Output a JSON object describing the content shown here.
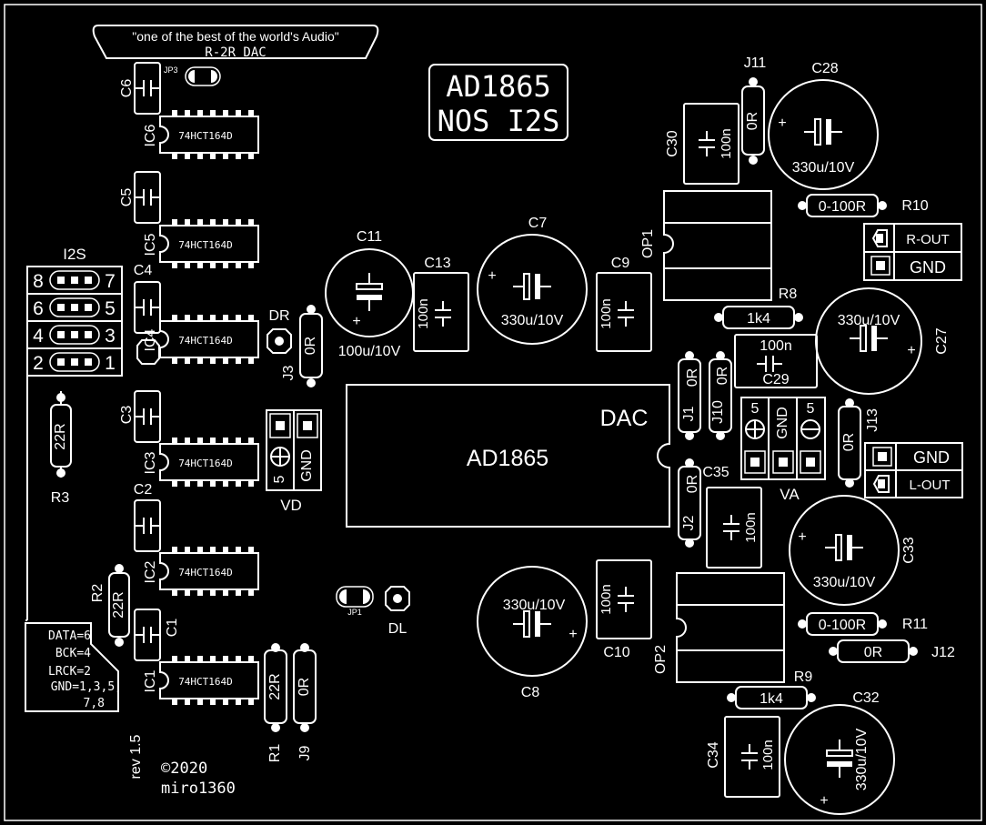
{
  "header": {
    "tagline": "\"one of the best of the world's Audio\"",
    "subtitle": "R-2R DAC"
  },
  "title_box": {
    "line1": "AD1865",
    "line2": "NOS I2S"
  },
  "jumpers": {
    "jp3": "JP3",
    "jp1": "JP1",
    "dr": "DR",
    "dl": "DL",
    "j3": "J3",
    "j1": "J1",
    "j10": "J10",
    "j2": "J2",
    "j9": "J9",
    "j11": "J11",
    "j12": "J12",
    "j13": "J13"
  },
  "shift_registers": {
    "part": "74HCT164D",
    "refs": [
      "IC6",
      "IC5",
      "IC4",
      "IC3",
      "IC2",
      "IC1"
    ]
  },
  "caps_small": {
    "c1": "C1",
    "c2": "C2",
    "c3": "C3",
    "c4": "C4",
    "c5": "C5",
    "c6": "C6",
    "c9": "C9",
    "c10": "C10",
    "c13": "C13",
    "c29": "C29",
    "c30": "C30",
    "c34": "C34",
    "c35": "C35",
    "val_100n": "100n"
  },
  "caps_elec": {
    "c7": "C7",
    "c8": "C8",
    "c11": "C11",
    "c27": "C27",
    "c28": "C28",
    "c32": "C32",
    "c33": "C33",
    "val_330u": "330u/10V",
    "val_100u": "100u/10V",
    "plus": "+"
  },
  "resistors": {
    "r1": "R1",
    "r2": "R2",
    "r3": "R3",
    "r8": "R8",
    "r9": "R9",
    "r10": "R10",
    "r11": "R11",
    "val_22r": "22R",
    "val_0r": "0R",
    "val_1k4": "1k4",
    "val_0_100r": "0-100R"
  },
  "i2s": {
    "label": "I2S",
    "pins_left": [
      "8",
      "6",
      "4",
      "2"
    ],
    "pins_right": [
      "7",
      "5",
      "3",
      "1"
    ]
  },
  "pin_legend": [
    "DATA=6",
    "BCK=4",
    "LRCK=2",
    "GND=1,3,5,",
    "7,8"
  ],
  "dac": {
    "label": "DAC",
    "part": "AD1865"
  },
  "opamps": {
    "op1": "OP1",
    "op2": "OP2"
  },
  "power": {
    "vd": "VD",
    "va": "VA",
    "five": "5",
    "gnd": "GND"
  },
  "outputs": {
    "r_out": "R-OUT",
    "l_out": "L-OUT",
    "gnd": "GND"
  },
  "footer": {
    "rev": "rev 1.5",
    "copyright": "©2020",
    "author": "miro1360"
  }
}
